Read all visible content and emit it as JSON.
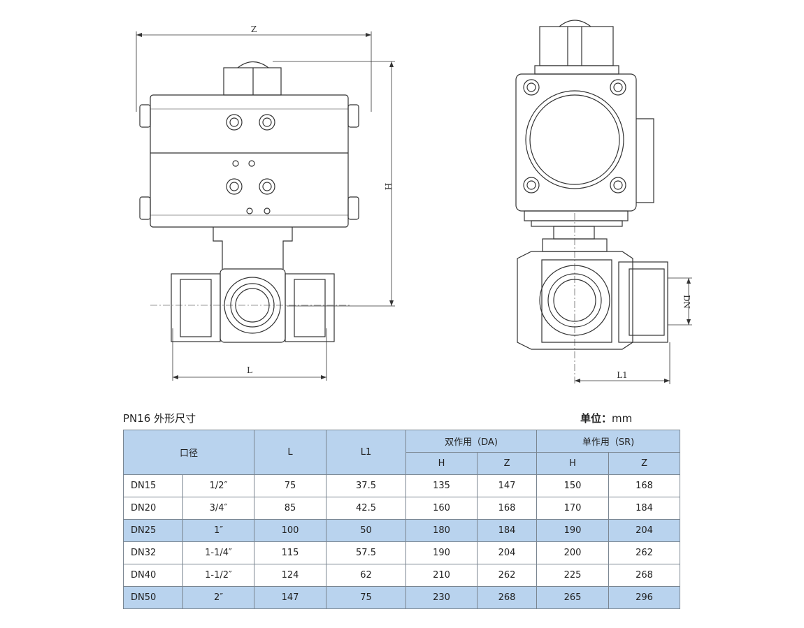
{
  "drawing": {
    "front_labels": {
      "z": "Z",
      "h": "H",
      "l": "L"
    },
    "side_labels": {
      "dn": "DN",
      "l1": "L1"
    }
  },
  "caption": {
    "title": "PN16 外形尺寸",
    "unit_label": "单位：",
    "unit_value": "mm"
  },
  "table": {
    "headers": {
      "bore": "口径",
      "l": "L",
      "l1": "L1",
      "double_acting": "双作用（DA)",
      "single_acting": "单作用（SR)",
      "h": "H",
      "z": "Z"
    },
    "rows": [
      {
        "dn": "DN15",
        "inch": "1/2″",
        "L": "75",
        "L1": "37.5",
        "DA_H": "135",
        "DA_Z": "147",
        "SR_H": "150",
        "SR_Z": "168"
      },
      {
        "dn": "DN20",
        "inch": "3/4″",
        "L": "85",
        "L1": "42.5",
        "DA_H": "160",
        "DA_Z": "168",
        "SR_H": "170",
        "SR_Z": "184"
      },
      {
        "dn": "DN25",
        "inch": "1″",
        "L": "100",
        "L1": "50",
        "DA_H": "180",
        "DA_Z": "184",
        "SR_H": "190",
        "SR_Z": "204"
      },
      {
        "dn": "DN32",
        "inch": "1-1/4″",
        "L": "115",
        "L1": "57.5",
        "DA_H": "190",
        "DA_Z": "204",
        "SR_H": "200",
        "SR_Z": "262"
      },
      {
        "dn": "DN40",
        "inch": "1-1/2″",
        "L": "124",
        "L1": "62",
        "DA_H": "210",
        "DA_Z": "262",
        "SR_H": "225",
        "SR_Z": "268"
      },
      {
        "dn": "DN50",
        "inch": "2″",
        "L": "147",
        "L1": "75",
        "DA_H": "230",
        "DA_Z": "268",
        "SR_H": "265",
        "SR_Z": "296"
      }
    ]
  },
  "colors": {
    "header_fill": "#b9d3ee",
    "line": "#333333"
  }
}
